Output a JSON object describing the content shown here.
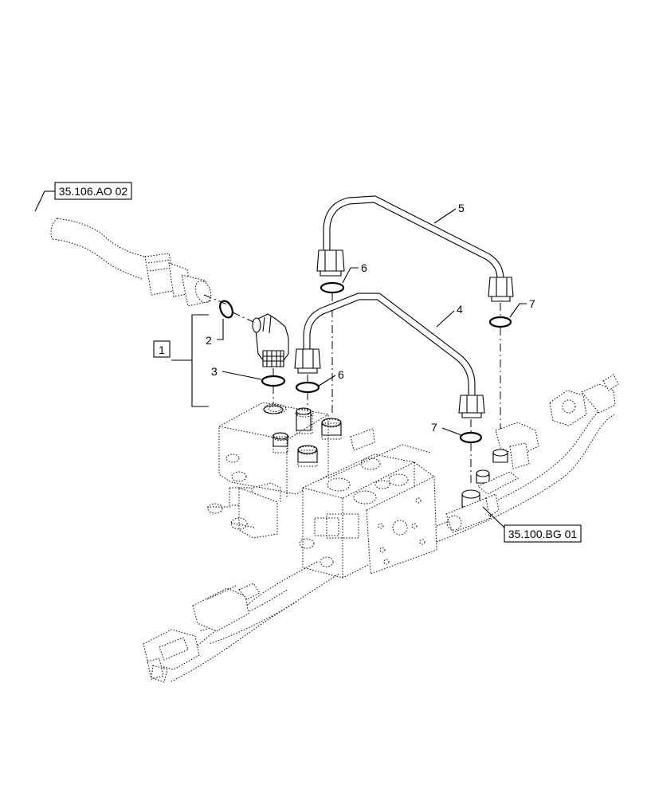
{
  "references": {
    "hose_ref": "35.106.AO 02",
    "frame_ref": "35.100.BG 01"
  },
  "callouts": {
    "c1": "1",
    "c2": "2",
    "c3": "3",
    "c4": "4",
    "c5": "5",
    "c6a": "6",
    "c6b": "6",
    "c7a": "7",
    "c7b": "7"
  }
}
